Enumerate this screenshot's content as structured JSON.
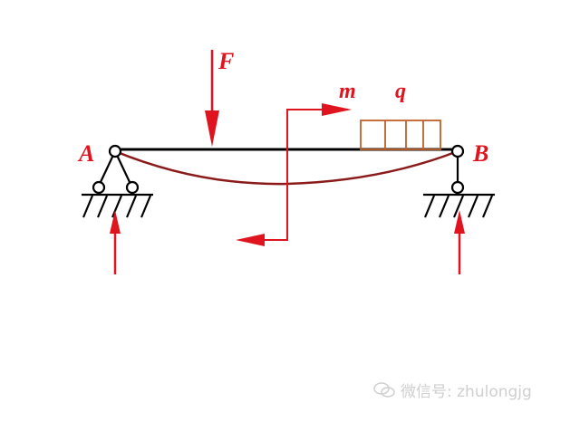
{
  "labels": {
    "A": "A",
    "B": "B",
    "F": "F",
    "m": "m",
    "q": "q"
  },
  "watermark": {
    "icon": "wechat-icon",
    "text": "微信号: zhulongjg"
  },
  "colors": {
    "load": "#e0141e",
    "beam": "#000000",
    "deflection": "#8b1a1a",
    "distributed": "#c0602a"
  }
}
